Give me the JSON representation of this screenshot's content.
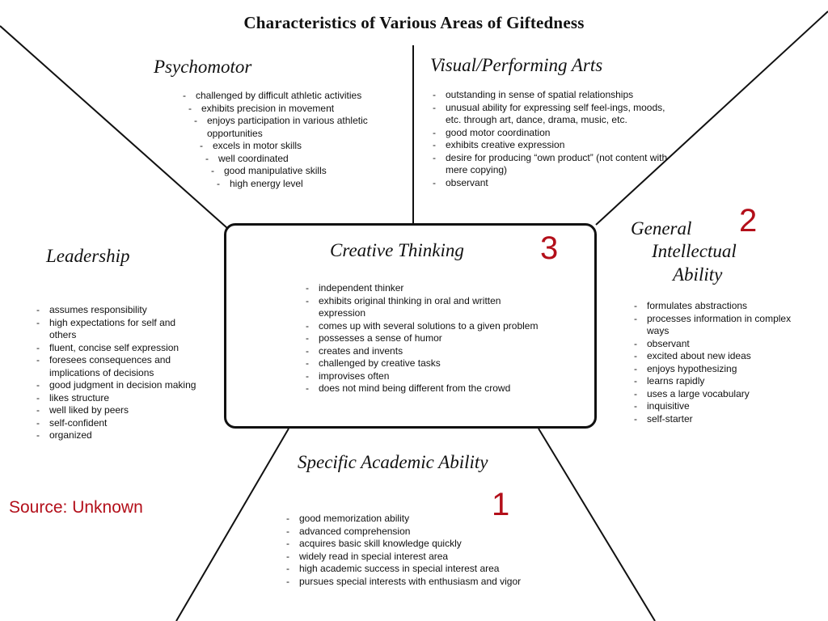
{
  "title": "Characteristics of Various  Areas of Giftedness",
  "areas": {
    "psychomotor": {
      "heading": "Psychomotor",
      "items": [
        "challenged by difficult athletic activities",
        "exhibits precision in movement",
        "enjoys participation in various athletic opportunities",
        "excels in motor skills",
        "well coordinated",
        "good manipulative skills",
        "high energy level"
      ]
    },
    "visual_performing": {
      "heading": "Visual/Performing Arts",
      "items": [
        "outstanding in sense of spatial relationships",
        "unusual ability for expressing self  feel-ings, moods, etc. through art, dance, drama, music, etc.",
        "good motor coordination",
        "exhibits creative expression",
        "desire for producing “own product” (not content with mere copying)",
        "observant"
      ]
    },
    "leadership": {
      "heading": "Leadership",
      "items": [
        "assumes responsibility",
        "high expectations for self and others",
        "fluent, concise self expression",
        "foresees consequences and implications of decisions",
        "good judgment in decision making",
        "likes structure",
        "well liked by peers",
        "self-confident",
        "organized"
      ]
    },
    "creative": {
      "heading": "Creative Thinking",
      "items": [
        "independent thinker",
        "exhibits original thinking in oral and written expression",
        "comes up with several solutions to a given problem",
        "possesses a sense of humor",
        "creates and invents",
        "challenged by creative tasks",
        "improvises often",
        "does not mind being different from the crowd"
      ]
    },
    "general": {
      "heading_line1": "General",
      "heading_line2": "Intellectual",
      "heading_line3": "Ability",
      "items": [
        "formulates abstractions",
        "processes  information  in complex ways",
        "observant",
        "excited about new ideas",
        "enjoys hypothesizing",
        "learns rapidly",
        "uses a large vocabulary",
        "inquisitive",
        "self-starter"
      ]
    },
    "academic": {
      "heading": "Specific Academic Ability",
      "items": [
        "good memorization ability",
        "advanced comprehension",
        "acquires basic skill knowledge quickly",
        "widely read in special interest area",
        "high academic success in special interest area",
        "pursues special interests with enthusiasm and vigor"
      ]
    }
  },
  "markers": {
    "one": "1",
    "two": "2",
    "three": "3"
  },
  "source": "Source: Unknown",
  "colors": {
    "annotation": "#b30f1a",
    "line": "#111111"
  }
}
